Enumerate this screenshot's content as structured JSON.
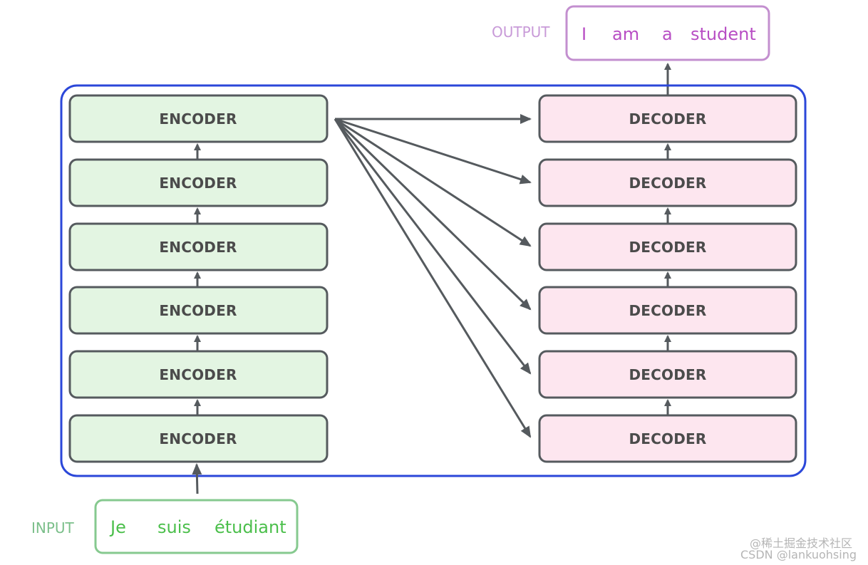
{
  "output": {
    "tag": "OUTPUT",
    "words": [
      "I",
      "am",
      "a",
      "student"
    ]
  },
  "input": {
    "tag": "INPUT",
    "words": [
      "Je",
      "suis",
      "étudiant"
    ]
  },
  "encoders": [
    "ENCODER",
    "ENCODER",
    "ENCODER",
    "ENCODER",
    "ENCODER",
    "ENCODER"
  ],
  "decoders": [
    "DECODER",
    "DECODER",
    "DECODER",
    "DECODER",
    "DECODER",
    "DECODER"
  ],
  "watermarks": [
    "@稀土掘金技术社区",
    "CSDN @lankuohsing"
  ],
  "colors": {
    "container_border": "#2b47d9",
    "box_border": "#555a5e",
    "encoder_fill": "#e3f5e2",
    "decoder_fill": "#fde6ef",
    "arrow": "#555a5e",
    "output_border": "#c38fcf",
    "output_text": "#b84ec4",
    "input_border": "#86c98f",
    "input_text": "#4bbf4b"
  }
}
